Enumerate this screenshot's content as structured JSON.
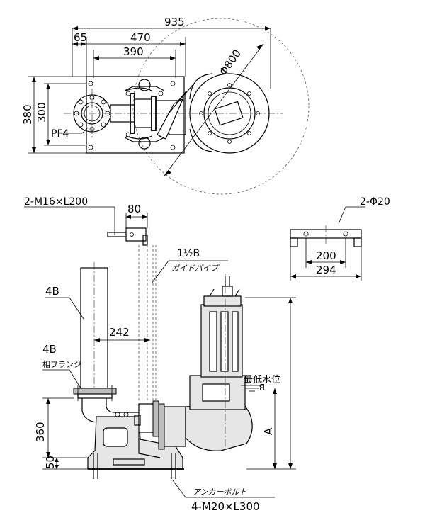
{
  "top_view": {
    "dim_overall": "935",
    "dim_offset": "65",
    "dim_base_outer": "470",
    "dim_base_inner": "390",
    "dim_circle": "Φ800",
    "dim_height_outer": "380",
    "dim_height_inner": "300",
    "thread": "PF4"
  },
  "front_view": {
    "bolt_spec": "2-M16×L200",
    "dim_80": "80",
    "guide_pipe_size": "1½B",
    "guide_pipe_label": "ガイドパイプ",
    "pipe_size": "4B",
    "dim_242": "242",
    "flange_size": "4B",
    "flange_label": "相フランジ",
    "min_water_level": "最低水位",
    "dim_A": "A",
    "dim_360": "360",
    "dim_50": "50",
    "anchor_label": "アンカーボルト",
    "anchor_spec": "4-M20×L300"
  },
  "side_detail": {
    "hole_spec": "2-Φ20",
    "dim_200": "200",
    "dim_294": "294"
  }
}
